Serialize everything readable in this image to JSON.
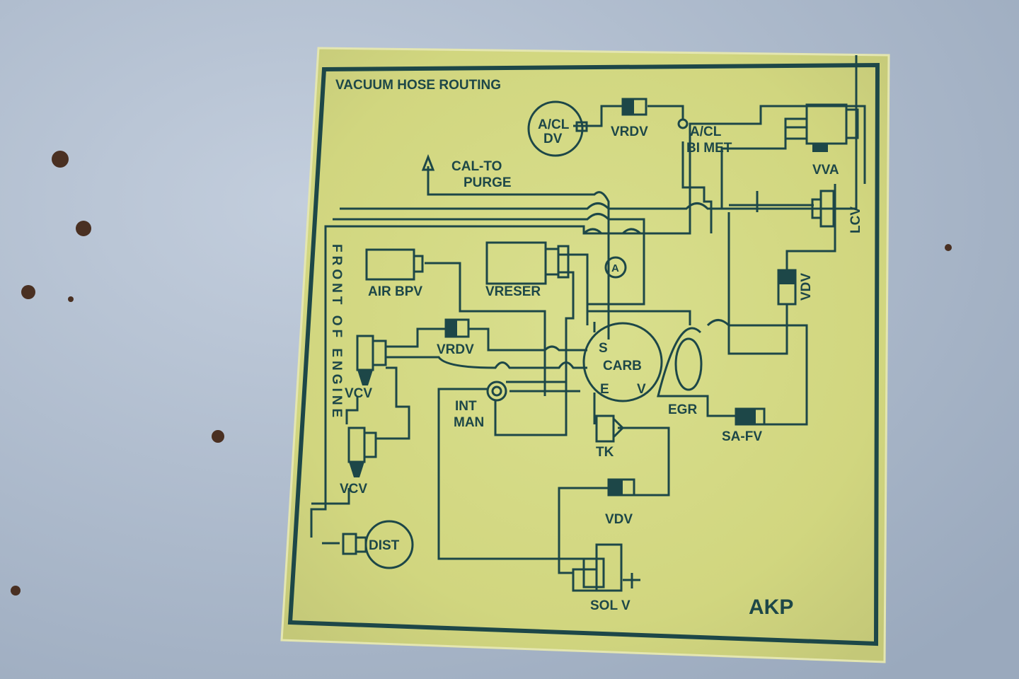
{
  "title": "VACUUM HOSE ROUTING",
  "code": "AKP",
  "side_label": "FRONT OF ENGINE",
  "components": {
    "vrdv_top": "VRDV",
    "acl_dv_line1": "A/CL",
    "acl_dv_line2": "DV",
    "acl_bimet_line1": "A/CL",
    "acl_bimet_line2": "BI MET",
    "vva": "VVA",
    "lcv": "LCV",
    "cal_to_purge_line1": "CAL-TO",
    "cal_to_purge_line2": "PURGE",
    "air_bpv": "AIR BPV",
    "vreser": "VRESER",
    "a_gauge": "A",
    "vdv_right": "VDV",
    "vrdv_mid": "VRDV",
    "vcv_upper": "VCV",
    "carb_s": "S",
    "carb": "CARB",
    "carb_e": "E",
    "carb_v": "V",
    "int_man_line1": "INT",
    "int_man_line2": "MAN",
    "egr": "EGR",
    "sa_fv": "SA-FV",
    "tk": "TK",
    "vcv_lower": "VCV",
    "vdv_bottom": "VDV",
    "dist": "DIST",
    "sol_v": "SOL V"
  },
  "colors": {
    "label_bg": "#d6da86",
    "ink": "#1d4748",
    "metal": "#aab7c8"
  }
}
